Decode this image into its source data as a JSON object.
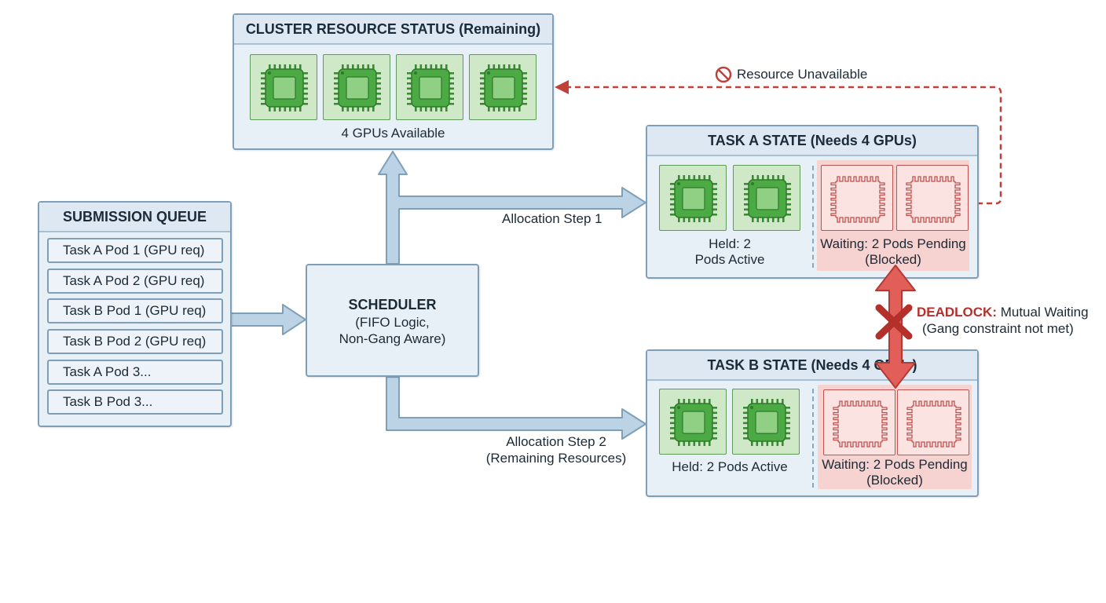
{
  "cluster": {
    "title": "CLUSTER RESOURCE STATUS (Remaining)",
    "caption": "4 GPUs Available"
  },
  "queue": {
    "title": "SUBMISSION QUEUE",
    "items": [
      "Task A Pod 1 (GPU req)",
      "Task A Pod 2 (GPU req)",
      "Task B Pod 1 (GPU req)",
      "Task B Pod 2 (GPU req)",
      "Task A Pod 3...",
      "Task B Pod 3..."
    ]
  },
  "scheduler": {
    "title": "SCHEDULER",
    "line1": "(FIFO Logic,",
    "line2": "Non-Gang Aware)"
  },
  "task_a": {
    "title": "TASK A STATE (Needs 4 GPUs)",
    "held_line1": "Held: 2",
    "held_line2": "Pods Active",
    "waiting_line1": "Waiting: 2 Pods Pending",
    "waiting_line2": "(Blocked)"
  },
  "task_b": {
    "title": "TASK B STATE (Needs 4 GPUs)",
    "held": "Held: 2 Pods Active",
    "waiting_line1": "Waiting: 2 Pods Pending",
    "waiting_line2": "(Blocked)"
  },
  "labels": {
    "alloc1": "Allocation Step 1",
    "alloc2_line1": "Allocation Step 2",
    "alloc2_line2": "(Remaining Resources)",
    "resource_unavailable": "Resource Unavailable",
    "deadlock": "DEADLOCK:",
    "deadlock_rest": " Mutual Waiting",
    "gang_constraint": "(Gang constraint not met)"
  },
  "icons": {
    "gpu": "gpu-chip-icon",
    "pending_gpu": "pending-gpu-outline-icon",
    "no_entry": "no-entry-icon",
    "deadlock_cross": "red-x-icon"
  },
  "colors": {
    "panel_fill": "#e8f0f7",
    "panel_border": "#7f9fb8",
    "gpu_green": "#4caa45",
    "pending_red": "#c0524f",
    "deadlock_red": "#e05a55",
    "dashed_red": "#c0403a"
  }
}
